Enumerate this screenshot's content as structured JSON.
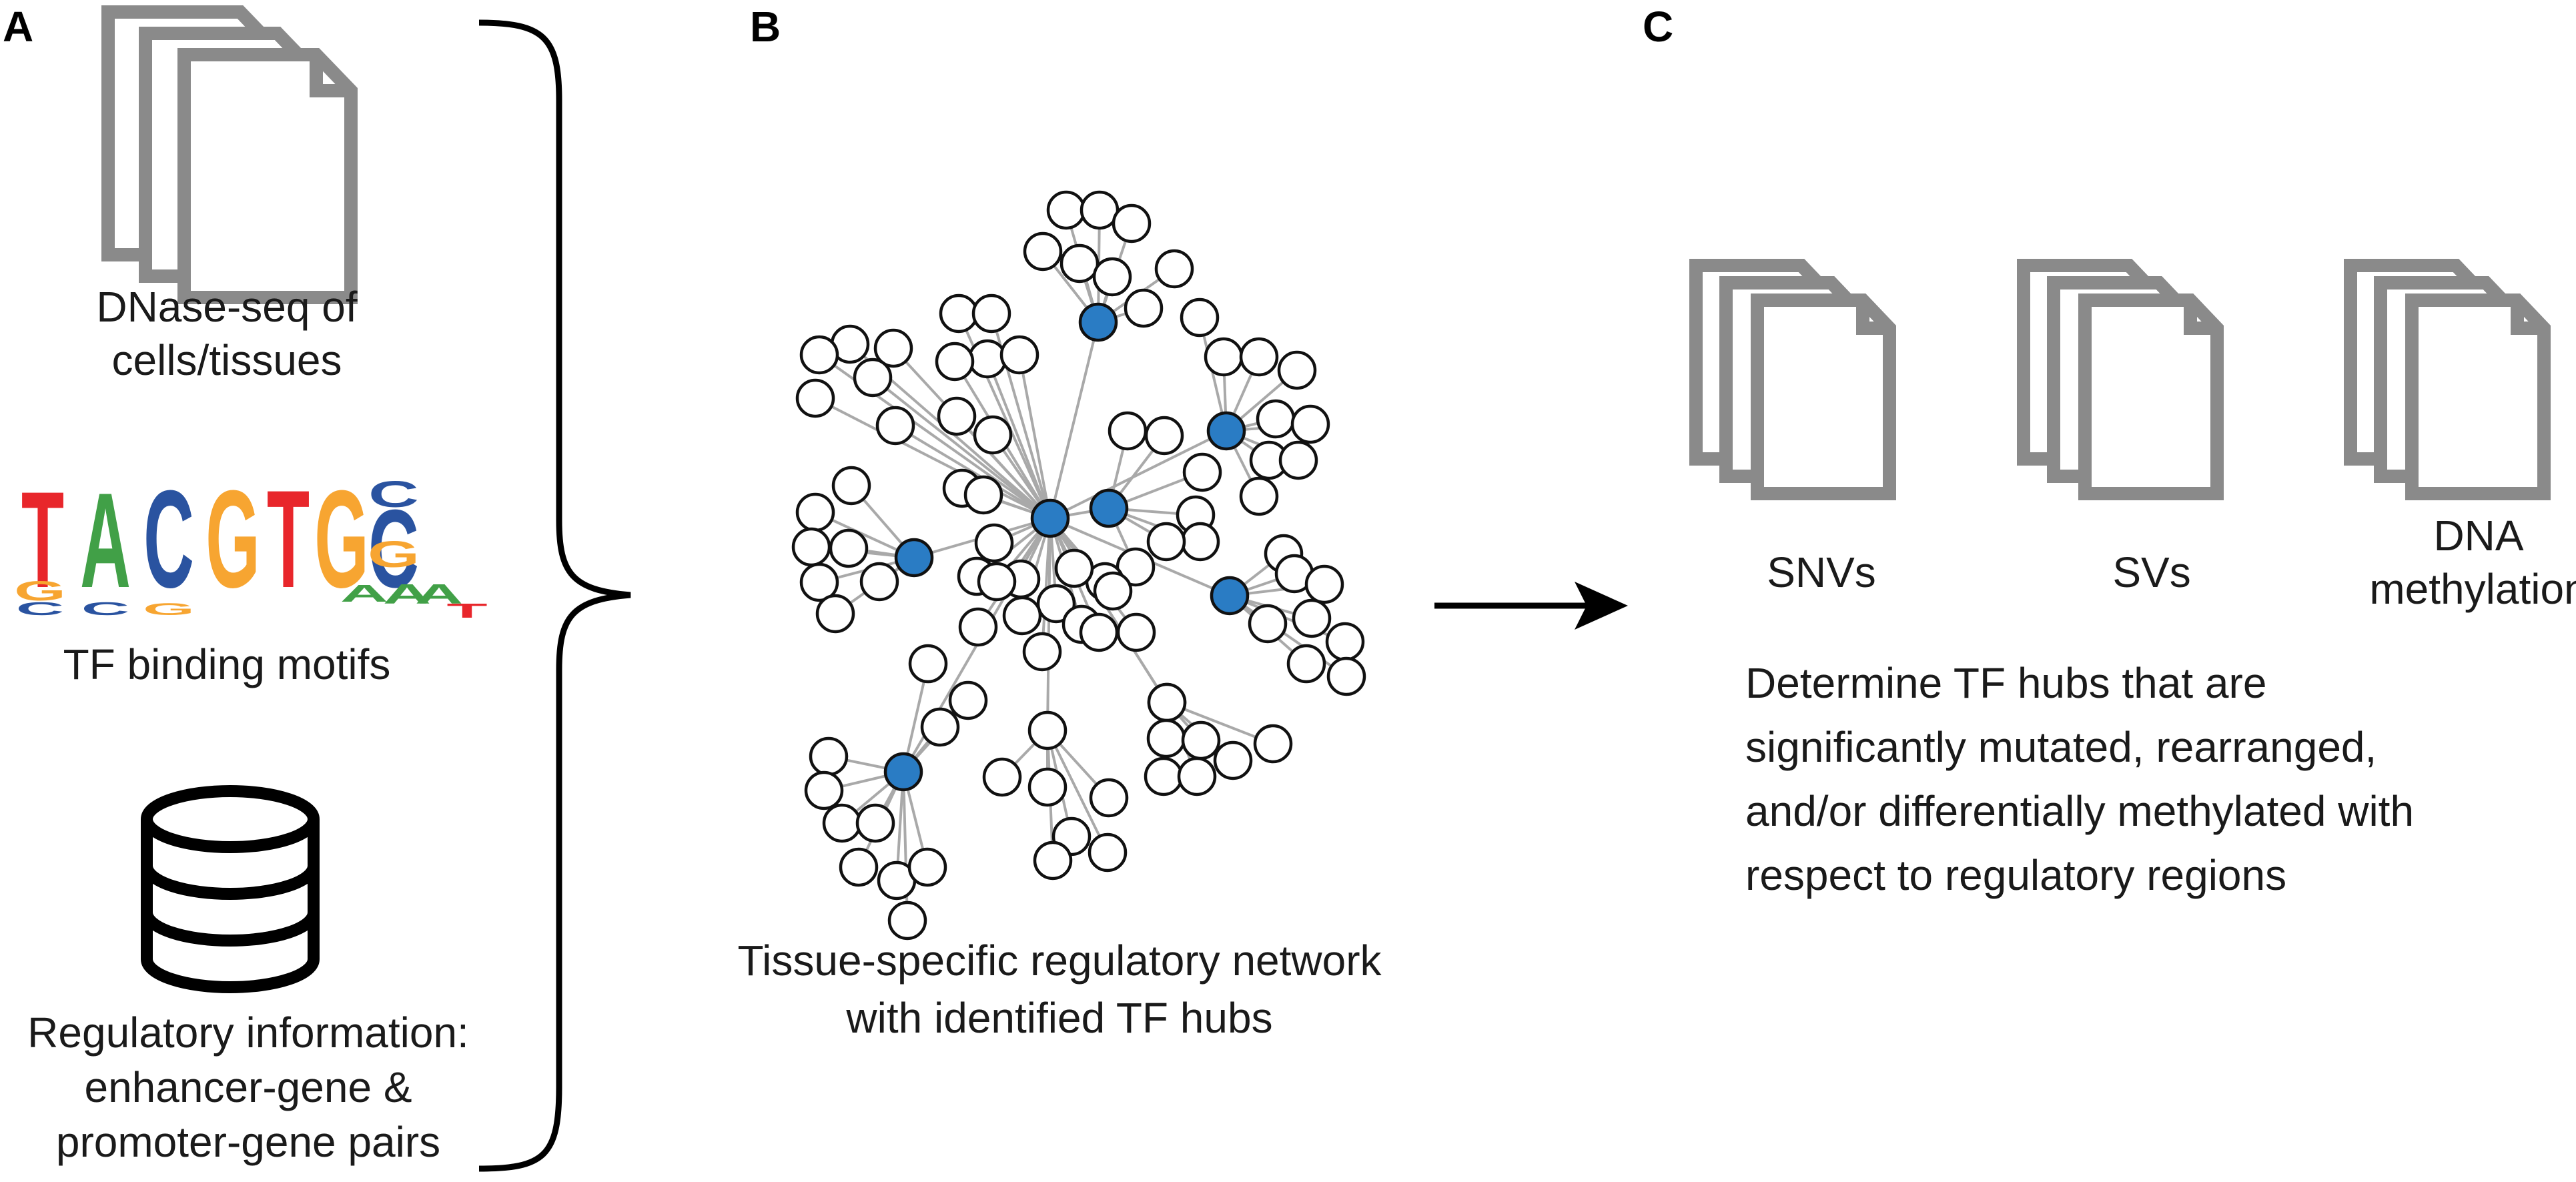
{
  "panels": {
    "a": {
      "letter": "A",
      "dnase_label": [
        "DNase-seq of",
        "cells/tissues"
      ],
      "motif_label": "TF binding motifs",
      "motif_sequence": "TACGTGCC",
      "regulatory_label": [
        "Regulatory information:",
        "enhancer-gene &",
        "promoter-gene pairs"
      ],
      "icons": [
        "document-stack-icon",
        "sequence-logo",
        "database-icon",
        "curly-brace"
      ]
    },
    "b": {
      "letter": "B",
      "caption": [
        "Tissue-specific regulatory network",
        "with identified TF hubs"
      ]
    },
    "c": {
      "letter": "C",
      "items": [
        {
          "label": [
            "SNVs"
          ]
        },
        {
          "label": [
            "SVs"
          ]
        },
        {
          "label": [
            "DNA",
            "methylation"
          ]
        }
      ],
      "description": [
        "Determine TF hubs that are",
        "significantly mutated, rearranged,",
        "and/or differentially methylated with",
        "respect to regulatory regions"
      ]
    }
  },
  "colors": {
    "hub": "#2a7cc4",
    "document": "#8a8a8a",
    "edge": "#a9a9a9",
    "motif_T": "#e8262b",
    "motif_A": "#41a047",
    "motif_C": "#2a53a0",
    "motif_G": "#f7a531"
  }
}
